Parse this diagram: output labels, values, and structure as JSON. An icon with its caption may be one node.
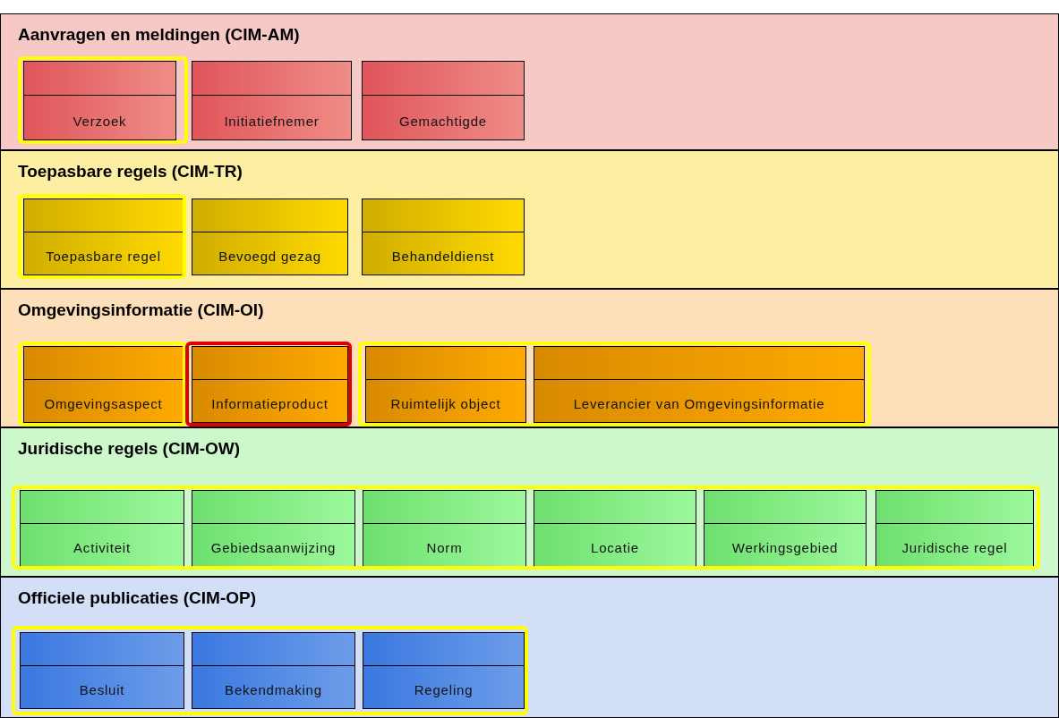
{
  "diagram": {
    "nodes": [
      {
        "text": [
          "Aanvragen en meldingen (CIM-AM)"
        ]
      },
      {
        "text": [
          "Verzoek"
        ],
        "in": 0
      },
      {
        "text": [
          "Initiatiefnemer"
        ],
        "in": 0
      },
      {
        "text": [
          "Gemachtigde"
        ],
        "in": 0
      },
      {
        "text": [
          "Toepasbare regels (CIM-TR)"
        ]
      },
      {
        "text": [
          "Toepasbare regel"
        ],
        "in": 4
      },
      {
        "text": [
          "Bevoegd gezag"
        ],
        "in": 4
      },
      {
        "text": [
          "Behandeldienst"
        ],
        "in": 4
      },
      {
        "text": [
          "Omgevingsinformatie (CIM-OI)"
        ]
      },
      {
        "text": [
          "Omgevingsaspect"
        ],
        "in": 8
      },
      {
        "text": [
          "Informatieproduct"
        ],
        "in": 8
      },
      {
        "text": [
          "Ruimtelijk object"
        ],
        "in": 8
      },
      {
        "text": [
          "Leverancier van Omgevingsinformatie"
        ],
        "in": 8
      },
      {
        "text": [
          "Juridische regels (CIM-OW)"
        ]
      },
      {
        "text": [
          "Activiteit"
        ],
        "in": 13
      },
      {
        "text": [
          "Gebiedsaanwijzing"
        ],
        "in": 13
      },
      {
        "text": [
          "Norm"
        ],
        "in": 13
      },
      {
        "text": [
          "Locatie"
        ],
        "in": 13
      },
      {
        "text": [
          "Werkingsgebied"
        ],
        "in": 13
      },
      {
        "text": [
          "Juridische regel"
        ],
        "in": 13
      },
      {
        "text": [
          "Officiele publicaties (CIM-OP)"
        ]
      },
      {
        "text": [
          "Besluit"
        ],
        "in": 20
      },
      {
        "text": [
          "Bekendmaking"
        ],
        "in": 20
      },
      {
        "text": [
          "Regeling"
        ],
        "in": 20
      }
    ],
    "edges": []
  }
}
